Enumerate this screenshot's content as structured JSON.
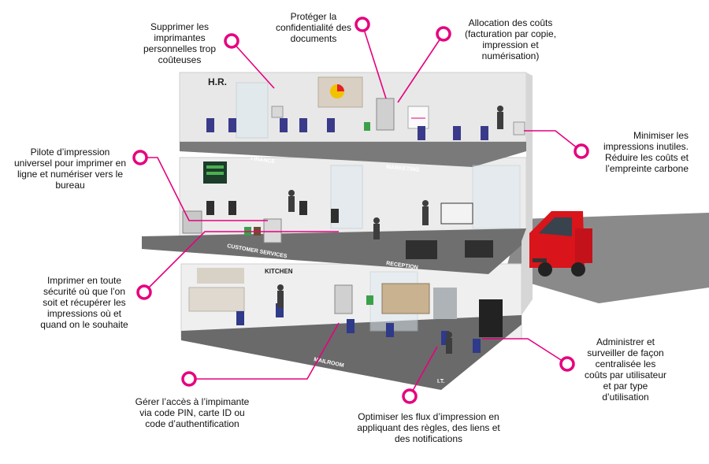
{
  "callouts": {
    "suppress_printers": "Supprimer les\nimprimantes\npersonnelles trop\ncoûteuses",
    "confidentiality": "Protéger la\nconfidentialité des\ndocuments",
    "cost_allocation": "Allocation des coûts\n(facturation par copie,\nimpression et\nnumérisation)",
    "minimize_prints": "Minimiser les\nimpressions inutiles.\nRéduire les coûts et\nl’empreinte carbone",
    "universal_driver": "Pilote d’impression\nuniversel pour imprimer en\nligne et numériser vers le\nbureau",
    "secure_print": "Imprimer en toute\nsécurité où que l’on\nsoit et récupérer les\nimpressions où et\nquand on le souhaite",
    "central_admin": "Administrer et\nsurveiller de façon\ncentralisée  les\ncoûts par utilisateur\net par type\nd’utilisation",
    "access_control": "Gérer l’accès à l’impimante\nvia code PIN, carte ID ou\ncode d’authentification",
    "workflow": "Optimiser les flux d’impression en\nappliquant des règles, des liens et\ndes notifications"
  },
  "floor_labels": {
    "hr": "H.R.",
    "finance": "FINANCE",
    "marketing": "MARKETING",
    "customer_services": "CUSTOMER SERVICES",
    "reception": "RECEPTION",
    "kitchen": "KITCHEN",
    "mailroom": "MAILROOM",
    "it": "I.T."
  },
  "colors": {
    "accent": "#e6007e",
    "floor_slab": "#6f6f6f",
    "wall": "#e9e9e9",
    "van": "#d9141b"
  }
}
